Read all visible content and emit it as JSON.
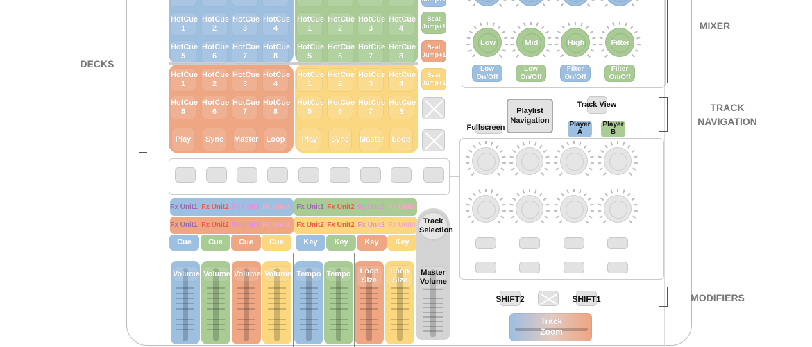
{
  "colors": {
    "blue": "#9dbfe0",
    "green": "#a9cc95",
    "orange": "#eea683",
    "yellow": "#fbd87f",
    "gray": "#d4d4d4"
  },
  "sections": {
    "decks": "DECKS",
    "mixer": "MIXER",
    "track_navigation": [
      "TRACK",
      "NAVIGATION"
    ],
    "modifiers": "MODIFIERS"
  },
  "pads": {
    "label": "HotCue",
    "numbers": [
      "1",
      "2",
      "3",
      "4",
      "5",
      "6",
      "7",
      "8"
    ]
  },
  "transport": [
    "Play",
    "Sync",
    "Master",
    "Loop"
  ],
  "beat_jump": [
    "Beat",
    "Jump+1"
  ],
  "fx_rows": [
    [
      "Fx Unit1",
      "Fx Unit2",
      "Fx Unit3",
      "Fx Unit4",
      "Fx Unit1",
      "Fx Unit2",
      "Fx Unit3",
      "Fx Unit4"
    ],
    [
      "Fx Unit1",
      "Fx Unit2",
      "Fx Unit3",
      "Fx Unit4",
      "Fx Unit2",
      "Fx Unit2",
      "Fx Unit3",
      "Fx Unit4"
    ]
  ],
  "fx_colors": [
    "#9b6ab0",
    "#f0584a",
    "#e48fe0",
    "#f2a9c4"
  ],
  "cue_key": [
    "Cue",
    "Cue",
    "Cue",
    "Cue",
    "Key",
    "Key",
    "Key",
    "Key"
  ],
  "faders": [
    [
      "Volume"
    ],
    [
      "Volume"
    ],
    [
      "Volume"
    ],
    [
      "Volume"
    ],
    [
      "Tempo"
    ],
    [
      "Tempo"
    ],
    [
      "Loop",
      "Size"
    ],
    [
      "Loop",
      "Size"
    ]
  ],
  "track_selection": [
    "Track",
    "Selection"
  ],
  "master_volume": [
    "Master",
    "Volume"
  ],
  "eq_knobs": [
    "Low",
    "Mid",
    "High",
    "Filter"
  ],
  "onoff": [
    [
      "Low",
      "On/Off"
    ],
    [
      "Low",
      "On/Off"
    ],
    [
      "Filter",
      "On/Off"
    ],
    [
      "Filter",
      "On/Off"
    ]
  ],
  "nav": {
    "playlist": [
      "Playlist",
      "Navigation"
    ],
    "track_view": "Track View",
    "fullscreen": "Fullscreen",
    "player_a": [
      "Player",
      "A"
    ],
    "player_b": [
      "Player",
      "B"
    ]
  },
  "modifiers": {
    "shift2": "SHIFT2",
    "shift1": "SHIFT1",
    "track_zoom": [
      "Track",
      "Zoom"
    ]
  }
}
